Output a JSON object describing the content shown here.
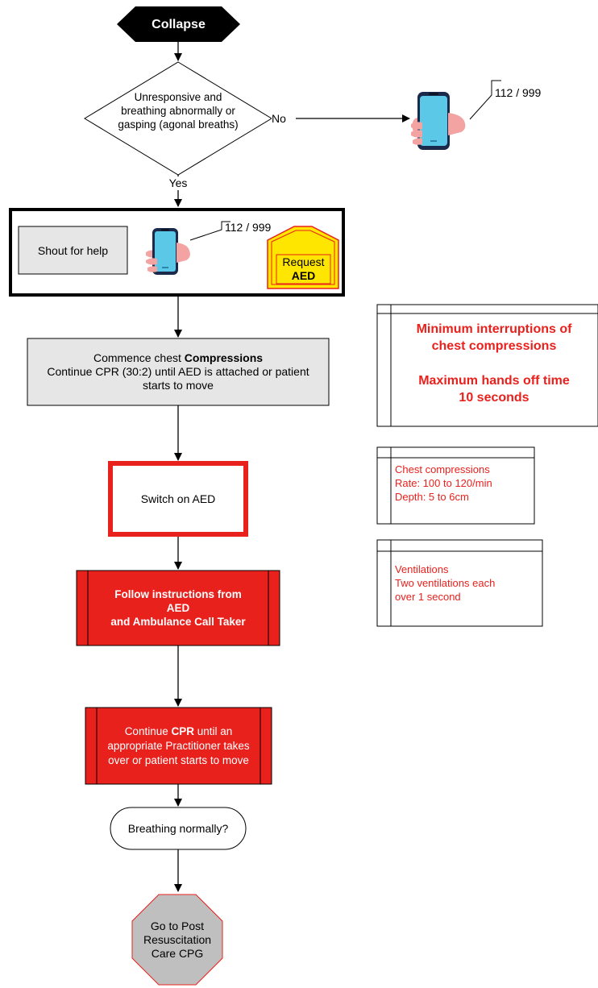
{
  "start": {
    "label": "Collapse"
  },
  "decision1": {
    "label": "Unresponsive and breathing abnormally or gasping (agonal breaths)",
    "no_label": "No",
    "yes_label": "Yes"
  },
  "call_top": {
    "number": "112 / 999"
  },
  "help_box": {
    "shout": "Shout for help",
    "call_number": "112 / 999",
    "request_line1": "Request",
    "request_line2": "AED"
  },
  "compressions": {
    "line1_prefix": "Commence chest ",
    "line1_bold": "Compressions",
    "line2": "Continue CPR (30:2) until AED is attached or patient starts to move"
  },
  "switch_aed": {
    "label": "Switch on AED"
  },
  "follow": {
    "line1": "Follow instructions from",
    "line2": "AED",
    "line3": "and Ambulance Call Taker"
  },
  "continue_cpr": {
    "prefix": "Continue ",
    "bold": "CPR",
    "suffix": " until an appropriate Practitioner takes over or patient starts to move"
  },
  "breathing": {
    "label": "Breathing normally?"
  },
  "end": {
    "line1": "Go to Post",
    "line2": "Resuscitation",
    "line3": "Care CPG"
  },
  "note_interruptions": {
    "line1": "Minimum interruptions of",
    "line2": "chest compressions",
    "line3": "Maximum hands off time",
    "line4": "10 seconds"
  },
  "note_compressions": {
    "line1": "Chest compressions",
    "line2": "Rate: 100 to 120/min",
    "line3": "Depth: 5 to 6cm"
  },
  "note_ventilations": {
    "line1": "Ventilations",
    "line2": "Two ventilations each",
    "line3": "over 1 second"
  },
  "colors": {
    "red": "#e8211d",
    "grey": "#e6e6e6",
    "yellow": "#ffe600",
    "phone": "#5cc8e8",
    "stop_grey": "#bfbfbf"
  }
}
